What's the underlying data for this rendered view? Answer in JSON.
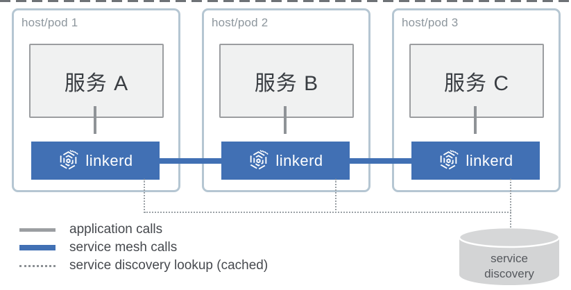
{
  "pods": [
    {
      "label": "host/pod 1",
      "service_name": "服务 A",
      "proxy_label": "linkerd"
    },
    {
      "label": "host/pod 2",
      "service_name": "服务 B",
      "proxy_label": "linkerd"
    },
    {
      "label": "host/pod 3",
      "service_name": "服务 C",
      "proxy_label": "linkerd"
    }
  ],
  "datastore": {
    "line1": "service",
    "line2": "discovery"
  },
  "legend": {
    "items": [
      {
        "swatch": "solid-gray",
        "label": "application calls"
      },
      {
        "swatch": "solid-blue",
        "label": "service mesh calls"
      },
      {
        "swatch": "dotted-gray",
        "label": "service discovery lookup (cached)"
      }
    ]
  },
  "colors": {
    "mesh_blue": "#4170b4",
    "app_call_gray": "#8f9397",
    "dotted_gray": "#9aa0a5",
    "pod_border": "#b5c6d2",
    "pod_label_gray": "#8d969d",
    "service_box_fill": "#f0f1f1",
    "cylinder_fill": "#d3d4d5",
    "text_dark": "#393d42"
  }
}
